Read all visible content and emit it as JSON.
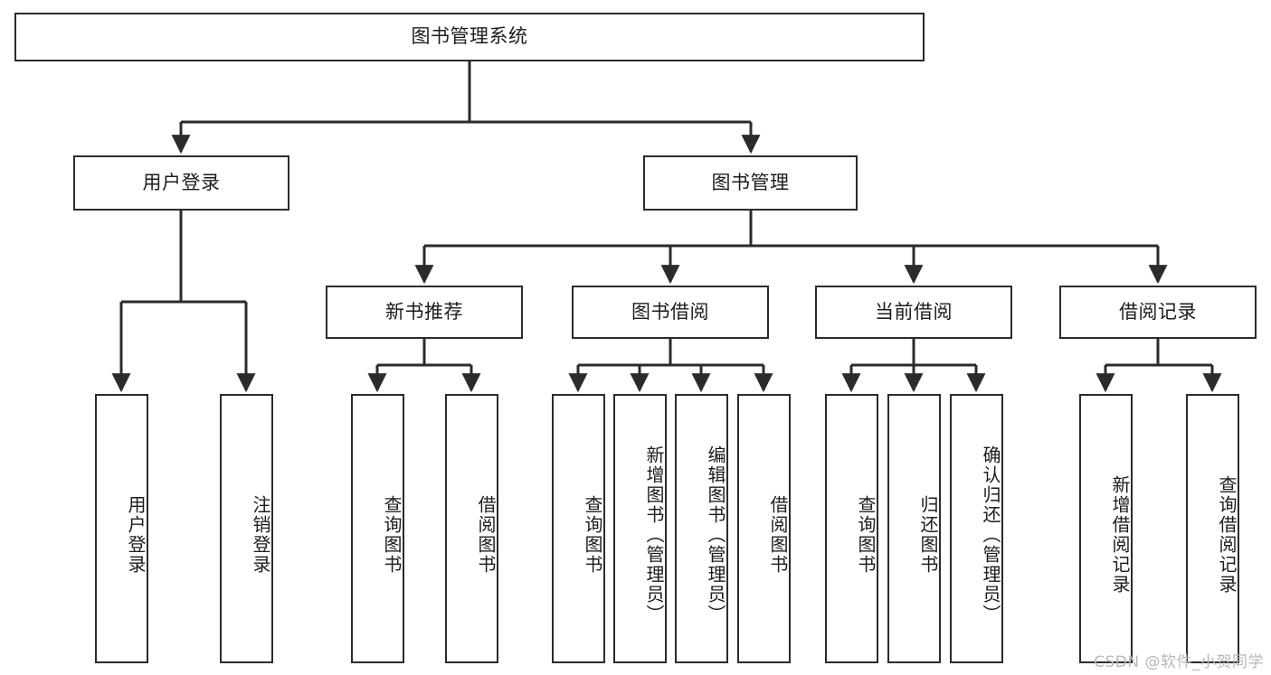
{
  "diagram": {
    "title": "图书管理系统",
    "type": "hierarchy-tree",
    "watermark": "CSDN @软件_小贺同学",
    "colors": {
      "background": "#ffffff",
      "node_border": "#2b2b2b",
      "node_fill": "#ffffff",
      "connector": "#2b2b2b",
      "text": "#1c1c1c",
      "watermark": "#b8b8b8"
    },
    "levels": {
      "root": "图书管理系统",
      "level2": [
        "用户登录",
        "图书管理"
      ],
      "level3": [
        "新书推荐",
        "图书借阅",
        "当前借阅",
        "借阅记录"
      ]
    },
    "nodes": {
      "root": {
        "label": "图书管理系统"
      },
      "user_login": {
        "label": "用户登录"
      },
      "book_manage": {
        "label": "图书管理"
      },
      "new_book_rec": {
        "label": "新书推荐"
      },
      "book_borrow": {
        "label": "图书借阅"
      },
      "current_borrow": {
        "label": "当前借阅"
      },
      "borrow_record": {
        "label": "借阅记录"
      }
    },
    "leaves": {
      "user_login": [
        {
          "label": "用户登录"
        },
        {
          "label": "注销登录"
        }
      ],
      "new_book_rec": [
        {
          "label": "查询图书"
        },
        {
          "label": "借阅图书"
        }
      ],
      "book_borrow": [
        {
          "label": "查询图书"
        },
        {
          "label": "新增图书（管理员）"
        },
        {
          "label": "编辑图书（管理员）"
        },
        {
          "label": "借阅图书"
        }
      ],
      "current_borrow": [
        {
          "label": "查询图书"
        },
        {
          "label": "归还图书"
        },
        {
          "label": "确认归还（管理员）"
        }
      ],
      "borrow_record": [
        {
          "label": "新增借阅记录"
        },
        {
          "label": "查询借阅记录"
        }
      ]
    }
  }
}
